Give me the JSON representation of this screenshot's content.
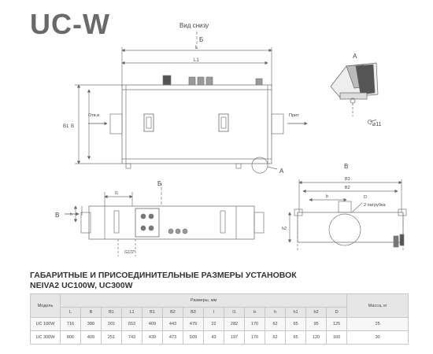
{
  "title": "UC-W",
  "drawing_labels": {
    "bottom_view": "Вид снизу",
    "view_b": "Б",
    "view_a": "А",
    "view_v": "В",
    "dim_L": "L",
    "dim_L1": "L1",
    "dim_B": "B",
    "dim_B1": "B1",
    "dim_B2": "B2",
    "dim_B3": "B3",
    "dim_l": "l",
    "dim_l1": "l1",
    "dim_b": "b",
    "dim_h": "h",
    "dim_h1": "h1",
    "dim_h2": "h2",
    "dim_D": "D",
    "dim_d": "d",
    "exhaust": "Отв.в",
    "supply": "Прит",
    "thread": "G1/2\"",
    "pipes": "2 патрубка",
    "hole": "11"
  },
  "heading_line1": "ГАБАРИТНЫЕ И ПРИСОЕДИНИТЕЛЬНЫЕ РАЗМЕРЫ УСТАНОВОК",
  "heading_line2": "NEIVA2 UC100W, UC300W",
  "table": {
    "model_header": "Модель",
    "dims_header": "Размеры, мм",
    "mass_header": "Масса, кг",
    "columns": [
      "L",
      "B",
      "B1",
      "L1",
      "B1",
      "B2",
      "B3",
      "l",
      "l1",
      "b",
      "h",
      "h1",
      "h2",
      "D"
    ],
    "rows": [
      {
        "model": "UC 100W",
        "values": [
          "716",
          "380",
          "201",
          "653",
          "409",
          "443",
          "479",
          "22",
          "282",
          "170",
          "62",
          "65",
          "95",
          "125"
        ],
        "mass": "25"
      },
      {
        "model": "UC 300W",
        "values": [
          "806",
          "409",
          "251",
          "743",
          "439",
          "473",
          "509",
          "43",
          "197",
          "170",
          "62",
          "65",
          "120",
          "160"
        ],
        "mass": "30"
      }
    ]
  }
}
